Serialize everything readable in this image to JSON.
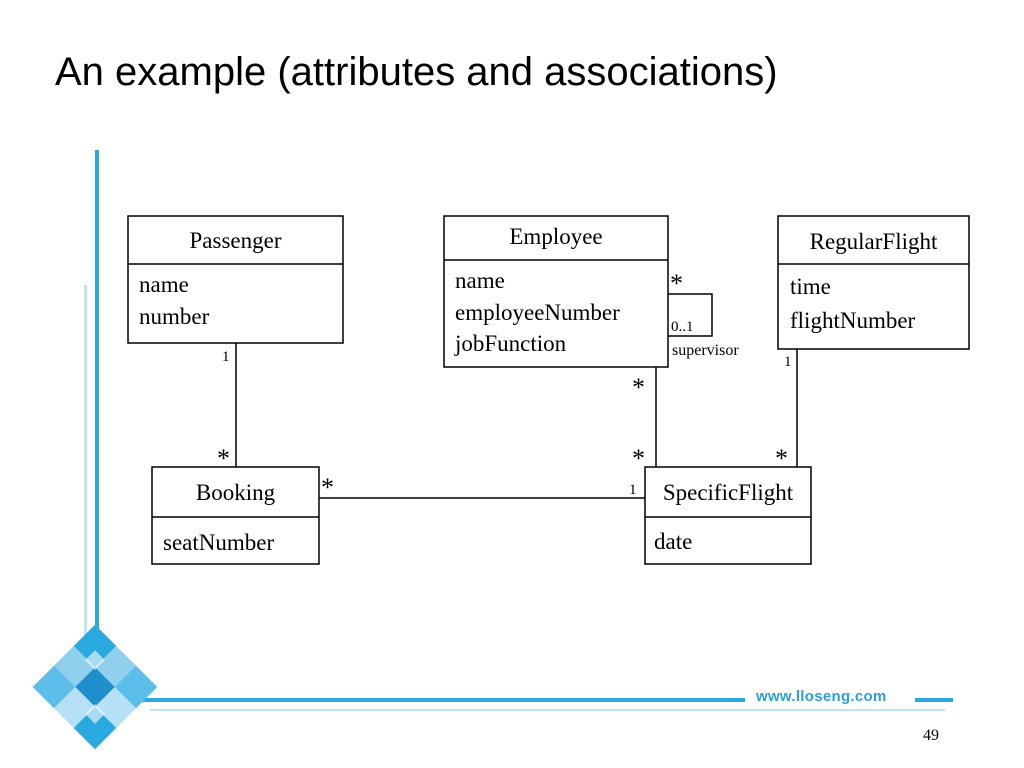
{
  "slide": {
    "title": "An example (attributes and associations)",
    "website": "www.lloseng.com",
    "page_number": "49",
    "accent_color": "#29a9e0"
  },
  "diagram": {
    "classes": {
      "passenger": {
        "name": "Passenger",
        "attributes": [
          "name",
          "number"
        ]
      },
      "employee": {
        "name": "Employee",
        "attributes": [
          "name",
          "employeeNumber",
          "jobFunction"
        ]
      },
      "regular_flight": {
        "name": "RegularFlight",
        "attributes": [
          "time",
          "flightNumber"
        ]
      },
      "booking": {
        "name": "Booking",
        "attributes": [
          "seatNumber"
        ]
      },
      "specific_flight": {
        "name": "SpecificFlight",
        "attributes": [
          "date"
        ]
      }
    },
    "associations": {
      "passenger_booking": {
        "passenger_end": "1",
        "booking_end": "*"
      },
      "booking_specificflight": {
        "booking_end": "*",
        "specificflight_end": "1"
      },
      "employee_specificflight": {
        "employee_end": "*",
        "specificflight_end": "*"
      },
      "regularflight_specificflight": {
        "regularflight_end": "1",
        "specificflight_end": "*"
      },
      "employee_supervisor": {
        "many_end": "*",
        "one_end": "0..1",
        "role": "supervisor"
      }
    }
  }
}
